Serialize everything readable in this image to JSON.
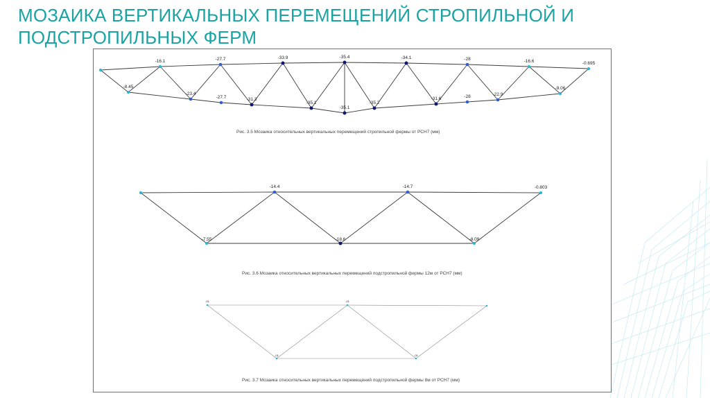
{
  "slide": {
    "title_line1": "МОЗАИКА ВЕРТИКАЛЬНЫХ ПЕРЕМЕЩЕНИЙ СТРОПИЛЬНОЙ И",
    "title_line2": "ПОДСТРОПИЛЬНЫХ ФЕРМ",
    "accent_color": "#1aa3a3"
  },
  "captions": {
    "fig1": "Рис. 3.5 Мозаика относительных вертикальных перемещений стропильной фермы от РСН7 (мм)",
    "fig2": "Рис. 3.6 Мозаика относительных вертикальных перемещений подстропильной фермы 12м от РСН7 (мм)",
    "fig3": "Рис. 3.7 Мозаика относительных вертикальных перемещений подстропильной фермы 8м от РСН7 (мм)"
  },
  "colors": {
    "member_line": "#3a3a3a",
    "node_small": "#29b6d8",
    "node_medium": "#2f5fd0",
    "node_large": "#0e1a6e"
  },
  "trusses": [
    {
      "name": "rafter-truss",
      "nodes": [
        {
          "id": "t0",
          "label": "",
          "level": "small"
        },
        {
          "id": "t1",
          "label": "-16.1",
          "level": "small"
        },
        {
          "id": "t2",
          "label": "-27.7",
          "level": "medium"
        },
        {
          "id": "t3",
          "label": "-33.9",
          "level": "large"
        },
        {
          "id": "t4",
          "label": "-35.4",
          "level": "large"
        },
        {
          "id": "t5",
          "label": "-34.1",
          "level": "large"
        },
        {
          "id": "t6",
          "label": "-28",
          "level": "medium"
        },
        {
          "id": "t7",
          "label": "-16.6",
          "level": "small"
        },
        {
          "id": "t8",
          "label": "-0.695",
          "level": "small"
        },
        {
          "id": "b1",
          "label": "-8.45",
          "level": "small"
        },
        {
          "id": "b2",
          "label": "-23.4",
          "level": "medium"
        },
        {
          "id": "b3",
          "label": "-27.7",
          "level": "medium"
        },
        {
          "id": "b4",
          "label": "-31.3",
          "level": "large"
        },
        {
          "id": "b5",
          "label": "-35.1",
          "level": "large"
        },
        {
          "id": "b6",
          "label": "-35.1",
          "level": "large"
        },
        {
          "id": "b7",
          "label": "-35.2",
          "level": "large"
        },
        {
          "id": "b8",
          "label": "-31.6",
          "level": "large"
        },
        {
          "id": "b9",
          "label": "-28",
          "level": "medium"
        },
        {
          "id": "b10",
          "label": "-22.9",
          "level": "medium"
        },
        {
          "id": "b11",
          "label": "-9.06",
          "level": "small"
        }
      ]
    },
    {
      "name": "sub-truss-12m",
      "nodes": [
        {
          "id": "u0",
          "label": "",
          "level": "small"
        },
        {
          "id": "u1",
          "label": "-14.4",
          "level": "medium"
        },
        {
          "id": "u2",
          "label": "-14.7",
          "level": "medium"
        },
        {
          "id": "u3",
          "label": "-0.803",
          "level": "small"
        },
        {
          "id": "l1",
          "label": "-7.55",
          "level": "small"
        },
        {
          "id": "l2",
          "label": "-18.6",
          "level": "large"
        },
        {
          "id": "l3",
          "label": "-8.09",
          "level": "small"
        }
      ]
    },
    {
      "name": "sub-truss-8m",
      "nodes": [
        {
          "id": "v0",
          "label": "-01",
          "level": "small"
        },
        {
          "id": "v1",
          "label": "-01",
          "level": "small"
        },
        {
          "id": "v2",
          "label": "",
          "level": "small"
        },
        {
          "id": "w1",
          "label": "-01",
          "level": "small"
        },
        {
          "id": "w2",
          "label": "-01",
          "level": "small"
        }
      ]
    }
  ]
}
